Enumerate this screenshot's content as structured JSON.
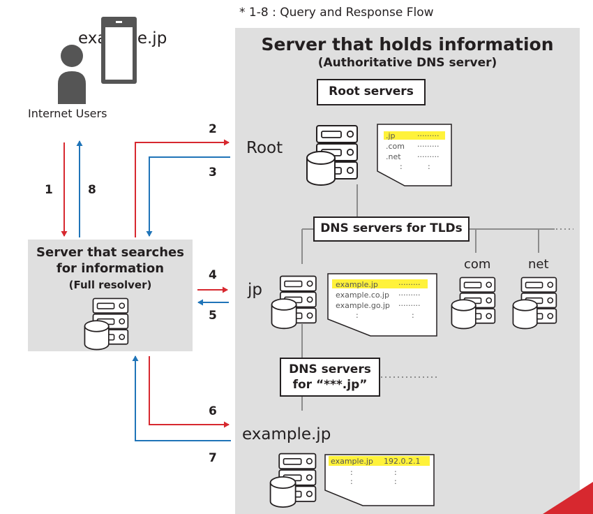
{
  "caption": "* 1-8 : Query and Response Flow",
  "colors": {
    "query": "#d7282f",
    "response": "#1f74b8",
    "panel": "#dfdfdf",
    "highlight": "#fff23a",
    "stroke": "#231f20"
  },
  "user": {
    "domain": "example.jp",
    "label": "Internet Users"
  },
  "resolver": {
    "line1": "Server that searches",
    "line2": "for information",
    "line3": "(Full resolver)"
  },
  "authoritative": {
    "title": "Server that holds information",
    "subtitle": "(Authoritative DNS server)"
  },
  "boxes": {
    "root": "Root servers",
    "tld": "DNS servers for TLDs",
    "jp_line1": "DNS servers",
    "jp_line2": "for “***.jp”"
  },
  "servers": {
    "root": "Root",
    "jp": "jp",
    "com": "com",
    "net": "net",
    "example": "example.jp"
  },
  "steps": [
    "1",
    "2",
    "3",
    "4",
    "5",
    "6",
    "7",
    "8"
  ],
  "root_doc": {
    "rows": [
      [
        ".jp",
        "·········"
      ],
      [
        ".com",
        "·········"
      ],
      [
        ".net",
        "·········"
      ],
      [
        ":",
        ":"
      ]
    ]
  },
  "jp_doc": {
    "rows": [
      [
        "example.jp",
        "·········"
      ],
      [
        "example.co.jp",
        "·········"
      ],
      [
        "example.go.jp",
        "·········"
      ],
      [
        ":",
        ":"
      ]
    ]
  },
  "example_doc": {
    "rows": [
      [
        "example.jp",
        "192.0.2.1"
      ],
      [
        ":",
        ":"
      ],
      [
        ":",
        ":"
      ]
    ]
  }
}
